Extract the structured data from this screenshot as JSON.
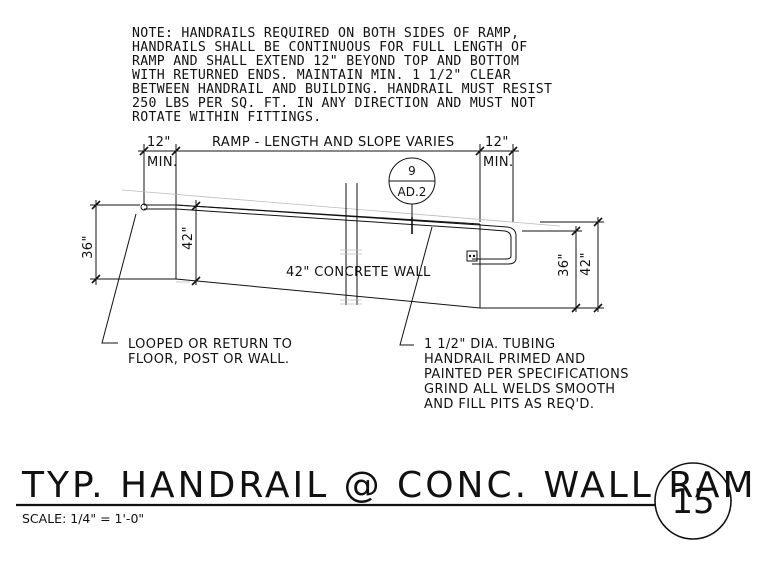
{
  "note": {
    "lines": [
      "NOTE:  HANDRAILS REQUIRED ON BOTH SIDES OF RAMP,",
      "HANDRAILS SHALL BE CONTINUOUS FOR FULL LENGTH OF",
      "RAMP AND SHALL EXTEND 12\" BEYOND TOP AND BOTTOM",
      "WITH RETURNED ENDS.  MAINTAIN MIN. 1 1/2\" CLEAR",
      "BETWEEN HANDRAIL AND BUILDING.  HANDRAIL MUST RESIST",
      "250 LBS PER SQ. FT. IN ANY DIRECTION AND MUST NOT",
      "ROTATE WITHIN FITTINGS."
    ]
  },
  "dimensions": {
    "left_extension": "12\"",
    "left_min": "MIN.",
    "ramp_length": "RAMP - LENGTH AND SLOPE VARIES",
    "right_extension": "12\"",
    "right_min": "MIN.",
    "left_height_outer": "36\"",
    "left_height_inner": "42\"",
    "right_height_inner": "36\"",
    "right_height_outer": "42\""
  },
  "section_marker": {
    "number": "9",
    "sheet": "AD.2"
  },
  "labels": {
    "wall": "42\" CONCRETE WALL",
    "callout_left": [
      "LOOPED OR RETURN TO",
      "FLOOR, POST OR WALL."
    ],
    "callout_right": [
      "1 1/2\" DIA. TUBING",
      "HANDRAIL PRIMED AND",
      "PAINTED PER SPECIFICATIONS",
      "GRIND ALL WELDS SMOOTH",
      "AND FILL PITS AS REQ'D."
    ]
  },
  "title": {
    "text": "TYP. HANDRAIL @ CONC. WALL RAMP",
    "scale": "SCALE: 1/4\" = 1'-0\"",
    "detail_number": "15"
  }
}
